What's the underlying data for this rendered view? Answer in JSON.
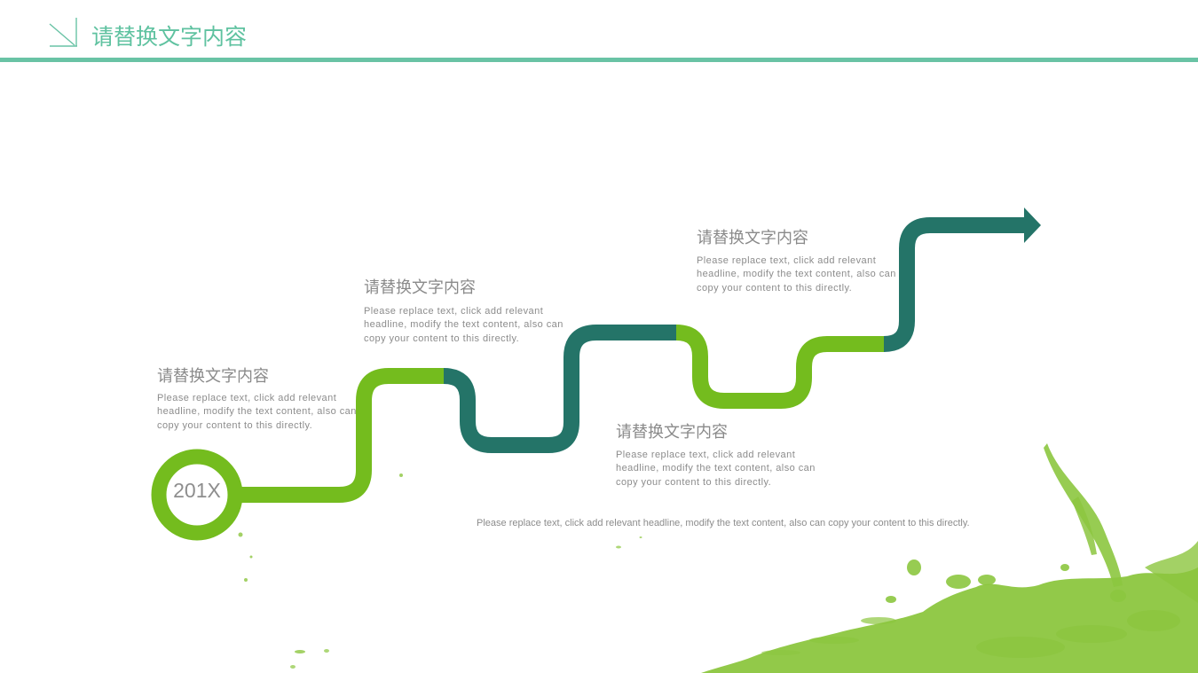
{
  "header": {
    "title": "请替换文字内容"
  },
  "year": "201X",
  "steps": [
    {
      "title": "请替换文字内容",
      "body": "Please replace text, click add relevant headline, modify the text content, also can copy your content to this directly."
    },
    {
      "title": "请替换文字内容",
      "body": "Please replace text, click add relevant headline, modify the text content, also can copy your content to this directly."
    },
    {
      "title": "请替换文字内容",
      "body": "Please replace text, click add relevant headline, modify the text content, also can copy your content to this directly."
    },
    {
      "title": "请替换文字内容",
      "body": "Please replace text, click add relevant headline, modify the text content, also can copy your content to this directly."
    }
  ],
  "footer_note": "Please replace text, click add relevant headline, modify the text content, also can copy your content to this directly.",
  "colors": {
    "accent_teal": "#69c3a5",
    "light_green": "#74bc1e",
    "dark_teal": "#247468",
    "splash_green": "#8cc63f",
    "text_gray": "#8c8c8c"
  },
  "icons": {
    "header_mark": "diagonal-arrow-icon",
    "path_end": "arrow-head-icon"
  }
}
